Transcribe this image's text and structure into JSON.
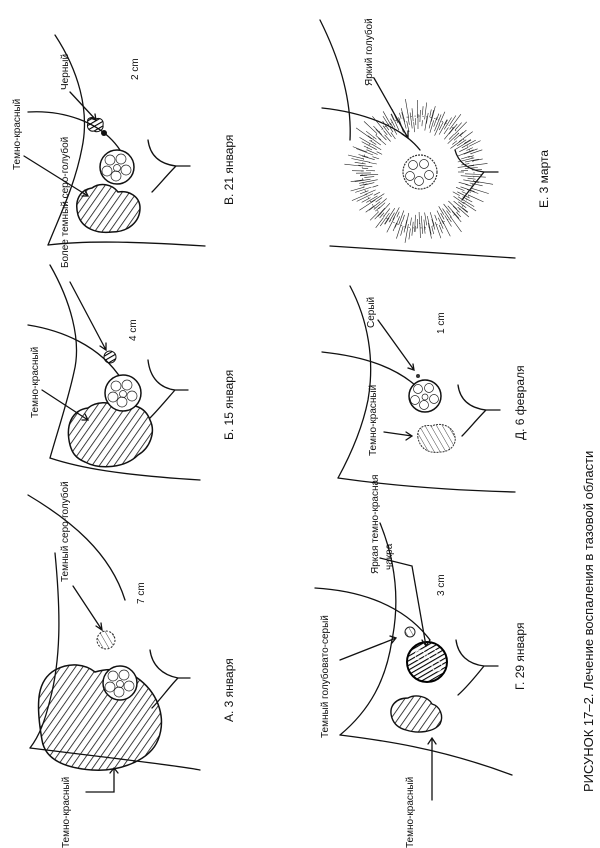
{
  "figure_caption": "РИСУНОК 17–2. Лечение воспаления в тазовой области",
  "panels": {
    "A": {
      "caption": "А. 3 января",
      "size_label": "7 cm",
      "top_label": "Темный серо-голубой",
      "bottom_label": "Темно-красный"
    },
    "B": {
      "caption": "Б. 15 января",
      "size_label": "4 cm",
      "top_label": "Более темный серо-голубой",
      "bottom_label": "Темно-красный"
    },
    "C": {
      "caption": "В. 21 января",
      "size_label": "2 cm",
      "top_label": "Черный",
      "bottom_label": "Темно-красный"
    },
    "D": {
      "caption": "Г. 29 января",
      "size_label": "3 cm",
      "top_label": "Темный голубовато-серый",
      "chakra_label_1": "Яркая темно-красная",
      "chakra_label_2": "чакра",
      "bottom_label": "Темно-красный"
    },
    "E": {
      "caption": "Д. 6 февраля",
      "size_label": "1 cm",
      "top_label": "Серый",
      "bottom_label": "Темно-красный"
    },
    "F": {
      "caption": "Е. 3 марта",
      "top_label": "Яркий голубой"
    }
  }
}
